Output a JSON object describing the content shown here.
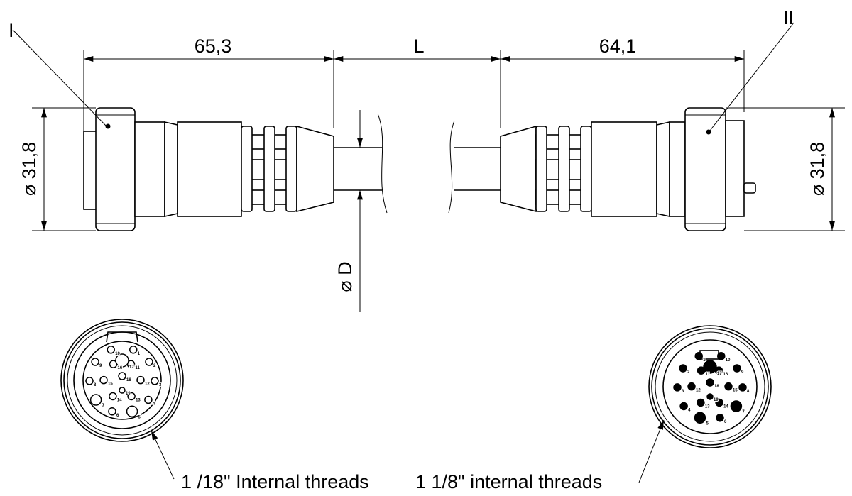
{
  "labels": {
    "end_i": "I",
    "end_ii": "II",
    "dim_left_length": "65,3",
    "dim_cable_length": "L",
    "dim_right_length": "64,1",
    "dim_left_diameter": "⌀ 31,8",
    "dim_right_diameter": "⌀ 31,8",
    "dim_cable_diameter": "⌀ D",
    "left_face_note": "1 /18\" Internal threads",
    "right_face_note": "1 1/8\" internal threads"
  },
  "left_face_pins": [
    "1",
    "2",
    "3",
    "4",
    "5",
    "6",
    "7",
    "8",
    "9",
    "10",
    "11",
    "12",
    "13",
    "14",
    "15",
    "16",
    "17",
    "18",
    "19"
  ],
  "right_face_pins": [
    "1",
    "2",
    "3",
    "4",
    "5",
    "6",
    "7",
    "8",
    "9",
    "10",
    "11",
    "12",
    "13",
    "14",
    "15",
    "16",
    "17",
    "18",
    "19"
  ]
}
